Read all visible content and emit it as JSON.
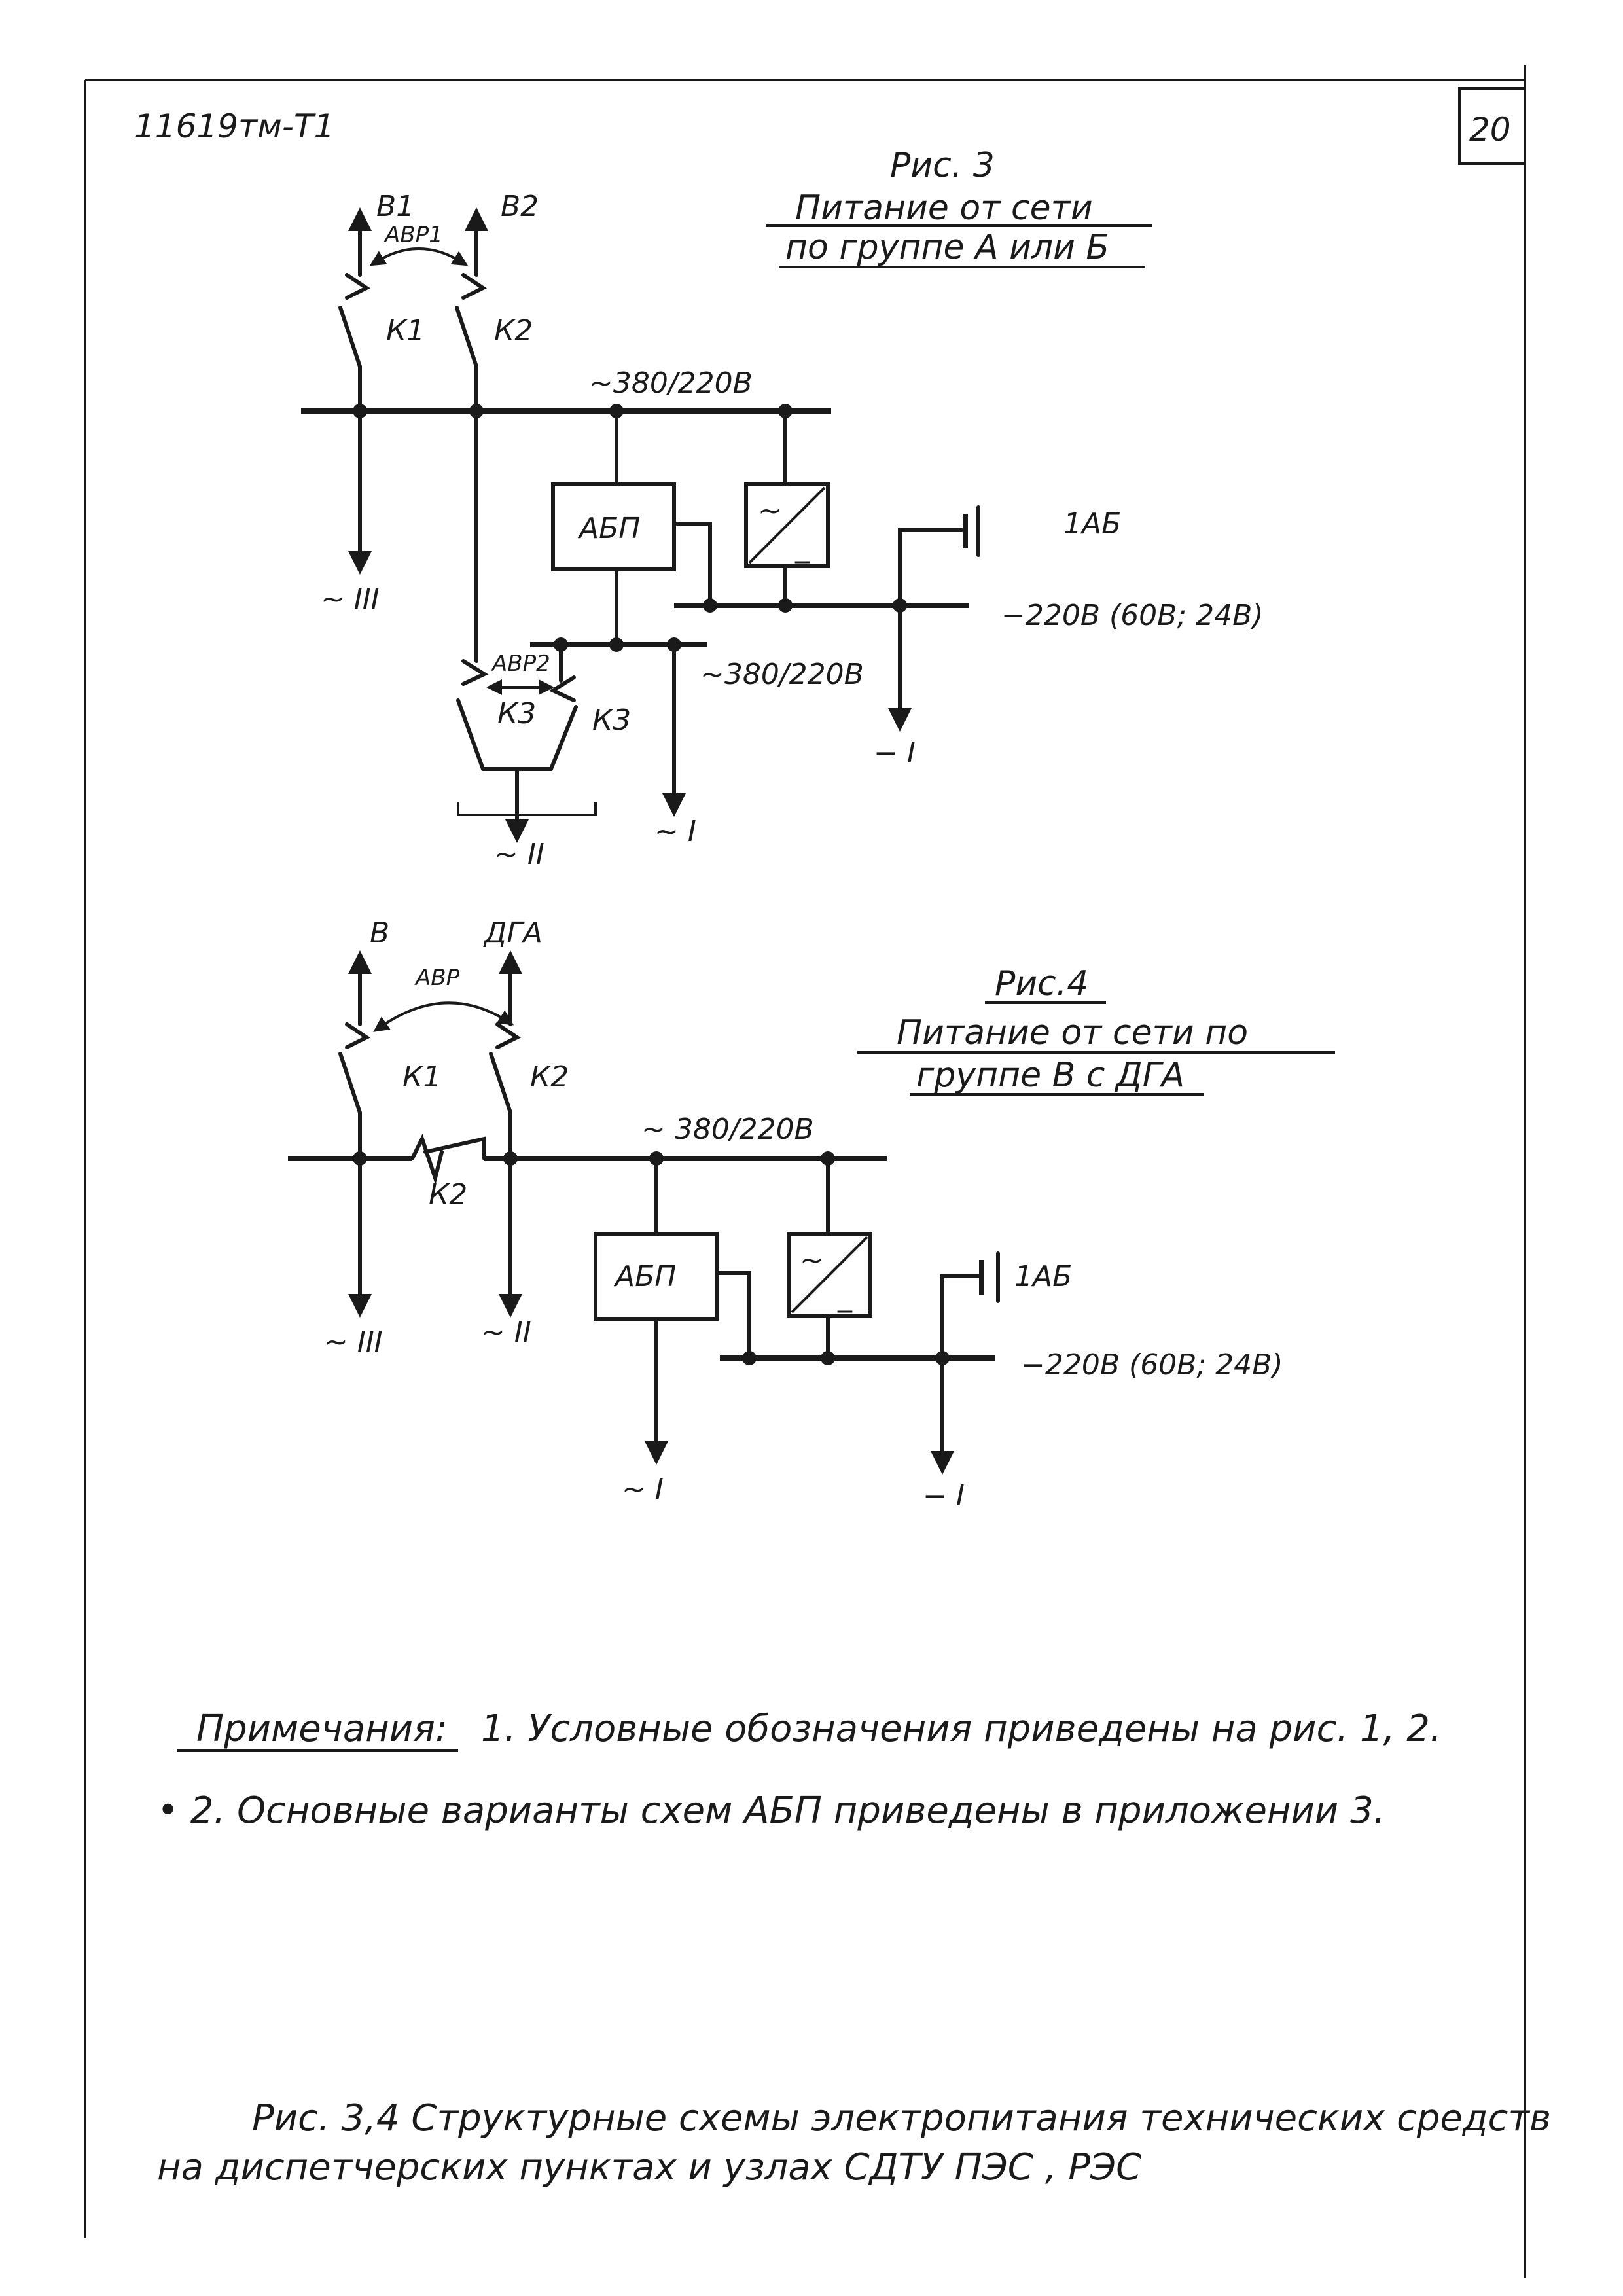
{
  "doc_code": "11619тм-Т1",
  "page_number": "20",
  "fig3": {
    "caption": "Рис. 3",
    "title_line1": "Питание от сети",
    "title_line2": "по группе А или Б",
    "input1": "В1",
    "input2": "В2",
    "avr1": "АВР1",
    "k1": "К1",
    "k2": "К2",
    "bus_ac": "~380/220В",
    "ups": "АБП",
    "battery": "1АБ",
    "bus_dc": "−220В (60В; 24В)",
    "bus_ac2": "~380/220В",
    "avr2": "АВР2",
    "k3a": "К3",
    "k3b": "К3",
    "out_iii": "~ III",
    "out_ii": "~ II",
    "out_i_ac": "~ I",
    "out_i_dc": "− I"
  },
  "fig4": {
    "caption": "Рис.4",
    "title_line1": "Питание от сети по",
    "title_line2": "группе В с ДГА",
    "input1": "В",
    "input2": "ДГА",
    "avr": "АВР",
    "k1": "К1",
    "k2": "К2",
    "k2_contact": "К2",
    "bus_ac": "~ 380/220В",
    "ups": "АБП",
    "battery": "1АБ",
    "bus_dc": "−220В (60В; 24В)",
    "out_iii": "~ III",
    "out_ii": "~ II",
    "out_i_ac": "~ I",
    "out_i_dc": "− I"
  },
  "notes": {
    "heading": "Примечания:",
    "note1": "1. Условные обозначения приведены на рис. 1, 2.",
    "note2": "• 2. Основные варианты схем АБП приведены в приложении 3."
  },
  "caption": {
    "line1": "Рис. 3,4 Структурные схемы электропитания технических средств",
    "line2": "на диспетчерских пунктах и узлах СДТУ ПЭС , РЭС"
  }
}
